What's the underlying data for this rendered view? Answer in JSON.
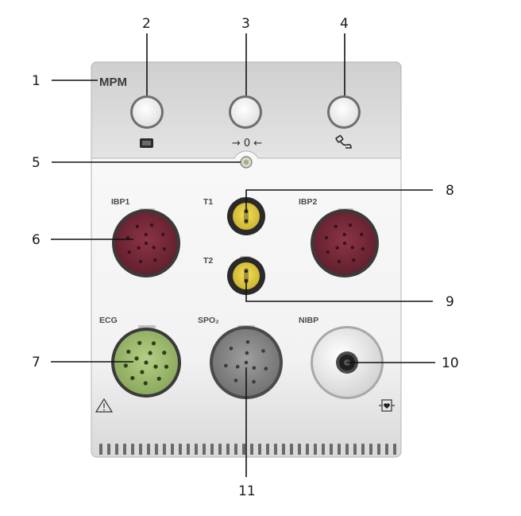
{
  "device": {
    "model": "MPM",
    "labels": {
      "ibp1": "IBP1",
      "ibp2": "IBP2",
      "t1": "T1",
      "t2": "T2",
      "ecg": "ECG",
      "spo2": "SPO₂",
      "nibp": "NIBP"
    },
    "zero_symbol": "→ 0 ←"
  },
  "callouts": [
    "1",
    "2",
    "3",
    "4",
    "5",
    "6",
    "7",
    "8",
    "9",
    "10",
    "11"
  ],
  "icons": {
    "button2": "screen-icon",
    "button3": "zero-icon",
    "button4": "nibp-start-icon",
    "warning": "warning-triangle-icon",
    "defib": "defib-proof-heart-icon"
  },
  "colors": {
    "ibp": "#7a2a3a",
    "temp": "#e8d24a",
    "ecg": "#9cbc6a",
    "spo2": "#8c8c8c",
    "nibp": "#e6e6e6",
    "panel_top": "#d4d4d4",
    "panel_bottom": "#f4f4f4"
  }
}
